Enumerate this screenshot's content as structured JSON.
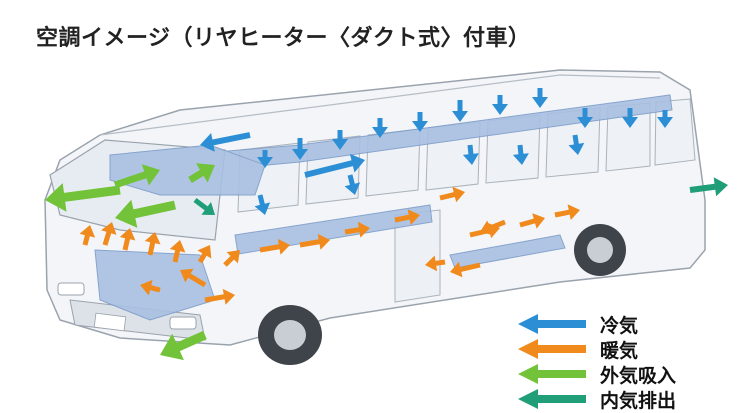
{
  "title": "空調イメージ（リヤヒーター〈ダクト式〉付車）",
  "colors": {
    "cool": "#2c8fd6",
    "warm": "#f08a1c",
    "outside_intake": "#72c23a",
    "inside_exhaust": "#1f9e78",
    "duct": "#9cb6dc"
  },
  "legend": [
    {
      "label": "冷気",
      "color_key": "cool",
      "icon": "arrow-left-icon"
    },
    {
      "label": "暖気",
      "color_key": "warm",
      "icon": "arrow-left-icon"
    },
    {
      "label": "外気吸入",
      "color_key": "outside_intake",
      "icon": "arrow-left-icon"
    },
    {
      "label": "内気排出",
      "color_key": "inside_exhaust",
      "icon": "arrow-left-icon"
    }
  ]
}
